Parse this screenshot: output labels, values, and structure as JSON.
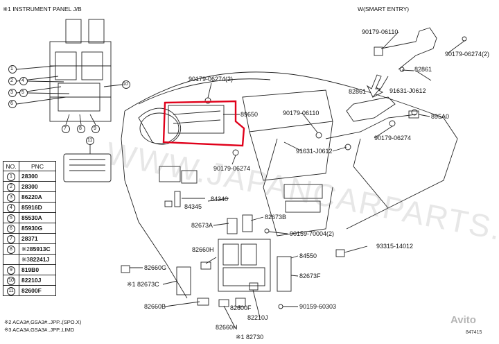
{
  "headers": {
    "instrument_panel": "※1 INSTRUMENT PANEL J/B",
    "smart_entry": "W(SMART ENTRY)"
  },
  "table": {
    "col_no": "NO.",
    "col_pnc": "PNC",
    "rows": [
      {
        "no": "1",
        "pnc": "28300",
        "mark": ""
      },
      {
        "no": "2",
        "pnc": "28300",
        "mark": ""
      },
      {
        "no": "3",
        "pnc": "86220A",
        "mark": ""
      },
      {
        "no": "4",
        "pnc": "85916D",
        "mark": ""
      },
      {
        "no": "5",
        "pnc": "85530A",
        "mark": ""
      },
      {
        "no": "6",
        "pnc": "85930G",
        "mark": ""
      },
      {
        "no": "7",
        "pnc": "28371",
        "mark": ""
      },
      {
        "no": "8",
        "pnc": "85913C",
        "mark": "※2"
      },
      {
        "no": "",
        "pnc": "82241J",
        "mark": "※3"
      },
      {
        "no": "9",
        "pnc": "819B0",
        "mark": ""
      },
      {
        "no": "10",
        "pnc": "82210J",
        "mark": ""
      },
      {
        "no": "11",
        "pnc": "82600F",
        "mark": ""
      }
    ]
  },
  "notes": [
    "※2 ACA3#,GSA3#..JPP..(SPO.X)",
    "※3 ACA3#,GSA3#..JPP..LIMD"
  ],
  "callouts": {
    "c1": "1",
    "c2": "2",
    "c3": "3",
    "c4": "4",
    "c5": "5",
    "c6": "6",
    "c7": "7",
    "c8": "8",
    "c9": "9",
    "c10": "10",
    "c11": "11"
  },
  "labels": {
    "p90179_06274_2_top": "90179-06274(2)",
    "p89650": "89650",
    "p90179_06110_mid": "90179-06110",
    "p91631_j0612_mid": "91631-J0612",
    "p90179_06274_mid": "90179-06274",
    "p84345": "84345",
    "p84340": "84340",
    "p82673b": "82673B",
    "p82673a": "82673A",
    "p90159_70004_2": "90159-70004(2)",
    "p82660h_top": "82660H",
    "p82660g": "82660G",
    "p82673c": "※1 82673C",
    "p82660b": "82660B",
    "p82600f": "82600F",
    "p82210j": "82210J",
    "p82660h_bot": "82660H",
    "p82730": "※1 82730",
    "p93315_14012": "93315-14012",
    "p84550": "84550",
    "p82673f": "82673F",
    "p90159_60303": "90159-60303",
    "p90179_06110_top": "90179-06110",
    "p90179_06274_2_right": "90179-06274(2)",
    "p82861_top": "82861",
    "p91631_j0612_right": "91631-J0612",
    "p82861_mid": "82861",
    "p895a0": "895A0",
    "p90179_06274_right": "90179-06274"
  },
  "watermark": "WWW.JAPANCARPARTS.RU",
  "footer_code": "847415",
  "avito_logo": "Avito",
  "colors": {
    "highlight": "#e0001a",
    "line": "#222222"
  }
}
